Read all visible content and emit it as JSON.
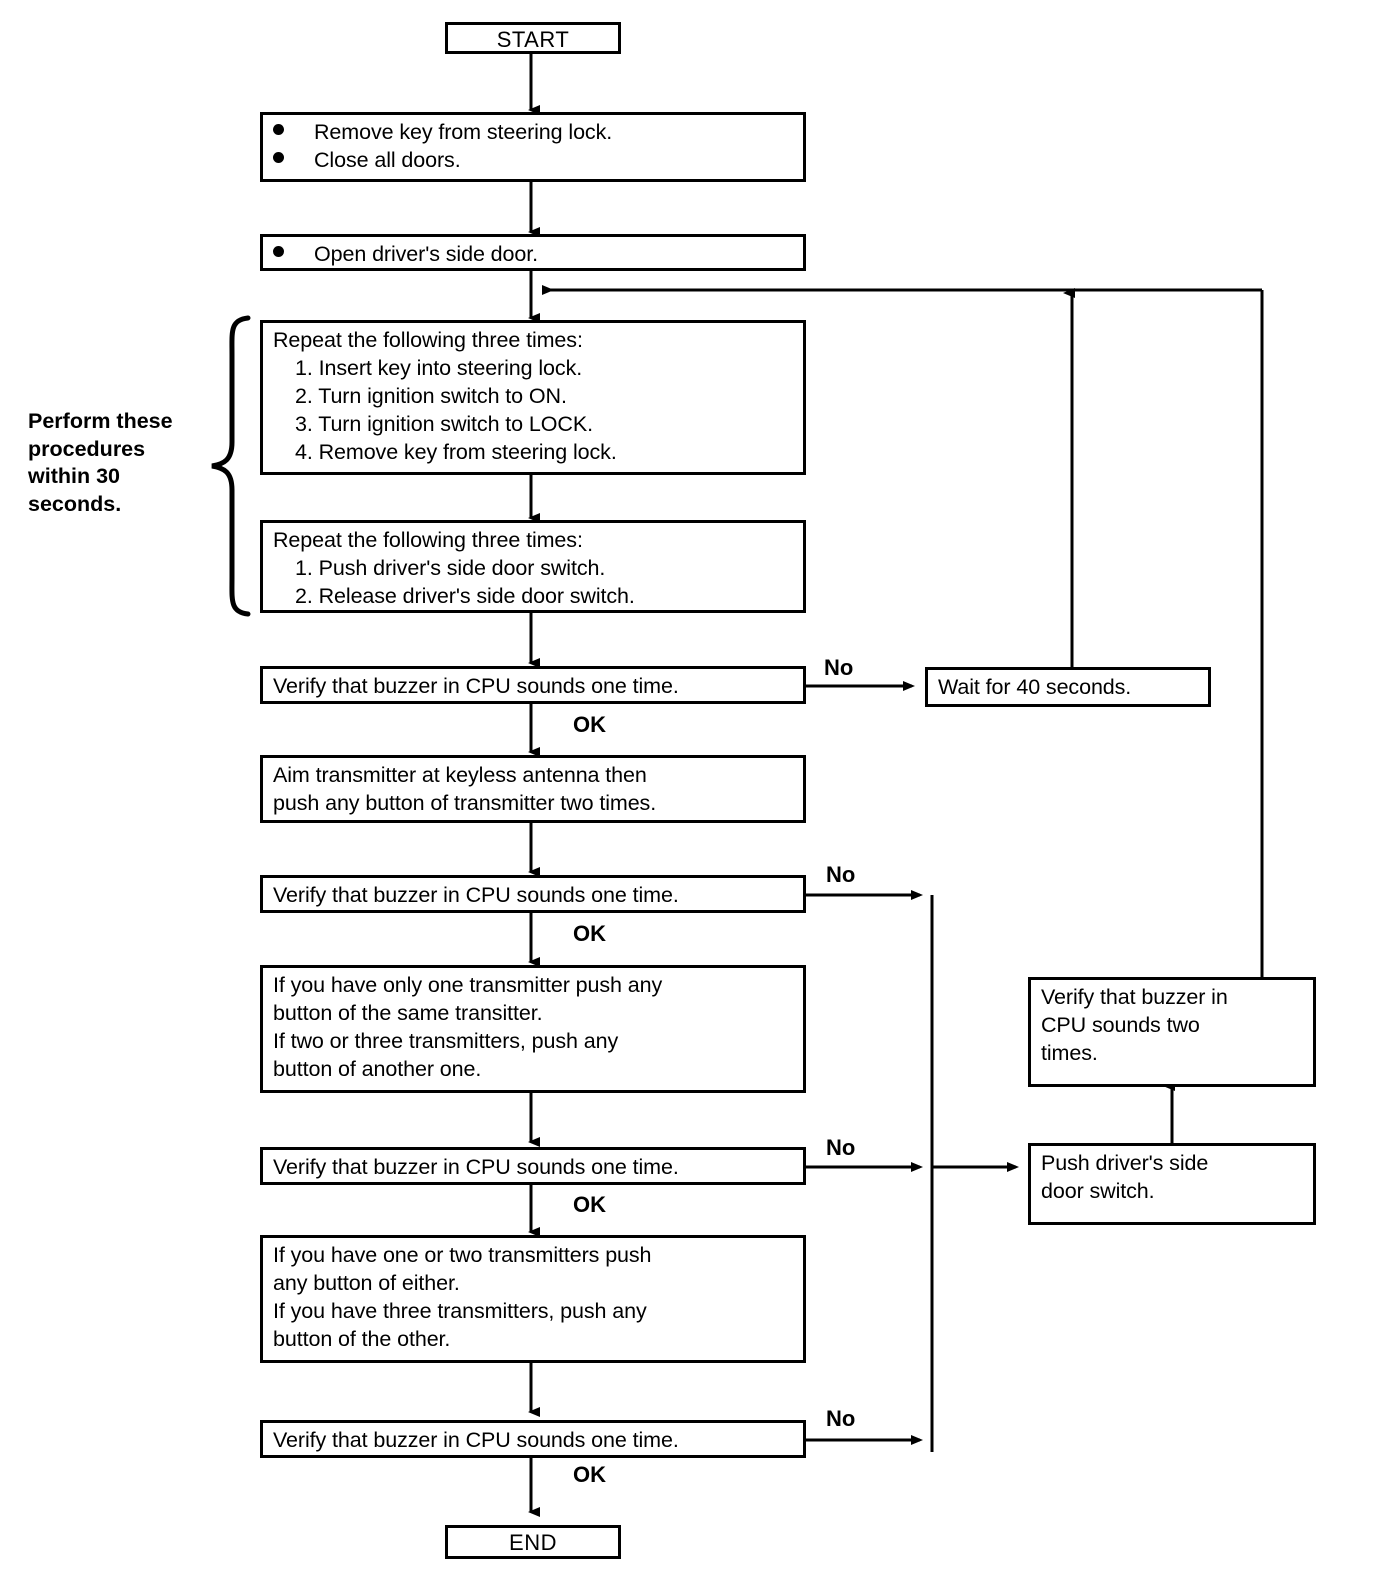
{
  "diagram": {
    "title": "Keyless entry transmitter registration procedure flowchart",
    "colors": {
      "line": "#000000",
      "box_fill": "#ffffff",
      "text": "#000000"
    },
    "side_note": {
      "lines": [
        "Perform these",
        "procedures",
        "within 30",
        "seconds."
      ]
    },
    "nodes": {
      "start": {
        "label": "START"
      },
      "prep": {
        "bullets": [
          "Remove key from steering lock.",
          "Close all doors."
        ]
      },
      "open_door": {
        "bullets": [
          "Open driver's side door."
        ]
      },
      "repeat_key": {
        "lines": [
          "Repeat the following three times:",
          "1. Insert key into steering lock.",
          "2. Turn ignition switch to ON.",
          "3. Turn ignition switch to LOCK.",
          "4. Remove key from steering lock."
        ]
      },
      "repeat_switch": {
        "lines": [
          "Repeat the following three times:",
          "1. Push driver's side door switch.",
          "2. Release driver's side door switch."
        ]
      },
      "verify1": {
        "lines": [
          "Verify that buzzer in CPU sounds one time."
        ]
      },
      "wait40": {
        "lines": [
          "Wait for 40 seconds."
        ]
      },
      "aim": {
        "lines": [
          "Aim transmitter at keyless antenna then",
          "push any button of transmitter two times."
        ]
      },
      "verify2": {
        "lines": [
          "Verify that buzzer in CPU sounds one time."
        ]
      },
      "push_same": {
        "lines": [
          "If you have only one transmitter push any",
          "button of the same transitter.",
          "If two or three transmitters, push any",
          "button of another one."
        ]
      },
      "verify3": {
        "lines": [
          "Verify that buzzer in CPU sounds one time."
        ]
      },
      "push_either": {
        "lines": [
          "If you have one or two transmitters push",
          "any button of either.",
          "If you have three transmitters, push any",
          "button of the other."
        ]
      },
      "verify4": {
        "lines": [
          "Verify that buzzer in CPU sounds one time."
        ]
      },
      "end": {
        "label": "END"
      },
      "verify_two": {
        "lines": [
          "Verify that buzzer in",
          "CPU sounds two",
          "times."
        ]
      },
      "push_door_switch": {
        "lines": [
          "Push driver's side",
          "door switch."
        ]
      }
    },
    "edge_labels": {
      "no1": "No",
      "ok1": "OK",
      "no2": "No",
      "ok2": "OK",
      "no3": "No",
      "ok3": "OK",
      "no4": "No",
      "ok4": "OK"
    }
  }
}
